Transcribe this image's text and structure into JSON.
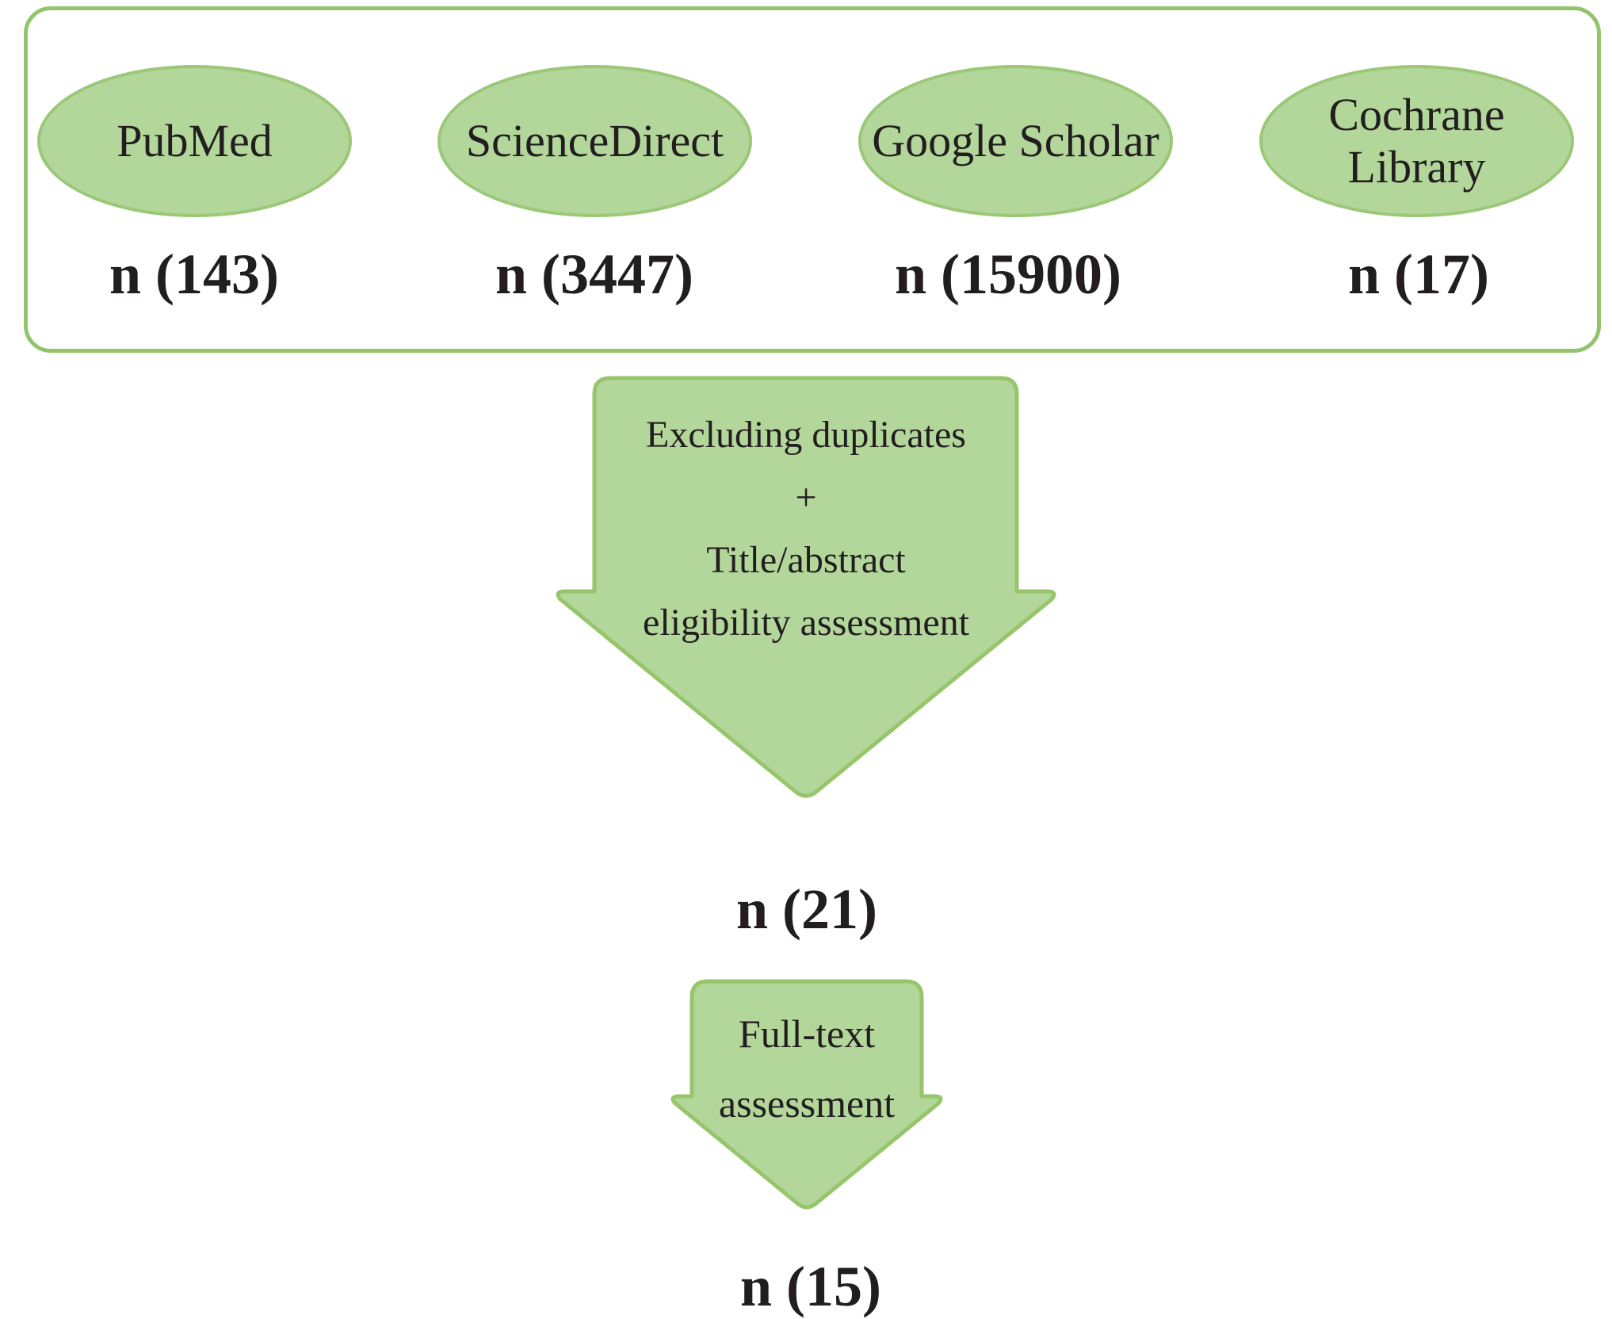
{
  "figure": {
    "sources": [
      {
        "label": "PubMed",
        "count": "n (143)"
      },
      {
        "label": "ScienceDirect",
        "count": "n (3447)"
      },
      {
        "label": "Google Scholar",
        "count": "n (15900)"
      },
      {
        "label": "Cochrane Library",
        "count": "n (17)"
      }
    ],
    "screening_arrow": {
      "line1": "Excluding duplicates",
      "line2": "+",
      "line3": "Title/abstract",
      "line4": "eligibility assessment"
    },
    "screening_result": "n (21)",
    "fulltext_arrow": {
      "line1": "Full-text",
      "line2": "assessment"
    },
    "fulltext_result": "n (15)",
    "colors": {
      "shape_fill": "#b3d69b",
      "shape_border": "#96c56b",
      "box_border": "#93c46d",
      "text": "#221e1f"
    }
  }
}
